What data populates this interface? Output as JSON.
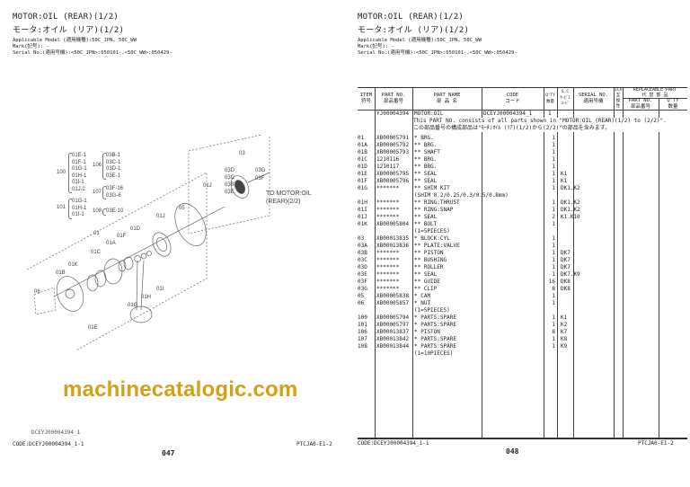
{
  "left_page": {
    "title_en": "MOTOR:OIL (REAR)(1/2)",
    "title_jp": "モータ:オイル (リア)(1/2)",
    "applicable_model": "Applicable Model (適用機種):50C_JPN, 50C_WW",
    "mark": "Mark(記号): -",
    "serial_no": "Serial No.(適用号機):<50C_JPN>:050101-,<50C_WW>:050429-",
    "diagram": {
      "callout_groups": [
        {
          "id": "100",
          "items": [
            "01E-1",
            "01F-1",
            "01G-1",
            "01H-1",
            "01I-1",
            "01J-2"
          ]
        },
        {
          "id": "106",
          "items": [
            "03B-1",
            "03C-1",
            "03D-1",
            "03E-1"
          ]
        },
        {
          "id": "107",
          "items": [
            "03F-16",
            "03G-6"
          ]
        },
        {
          "id": "101",
          "items": [
            "01G-1",
            "01H-1",
            "01I-1"
          ]
        },
        {
          "id": "108",
          "items": [
            "03E-10"
          ]
        }
      ],
      "part_labels": [
        "03",
        "03D",
        "03C",
        "03B",
        "03E",
        "03G",
        "03F",
        "01J",
        "05",
        "01J",
        "01D",
        "01F",
        "01A",
        "01C",
        "01",
        "01K",
        "01B",
        "06",
        "01I",
        "01H",
        "01G",
        "01E"
      ],
      "to_label_1": "TO MOTOR:OIL",
      "to_label_2": "(REAR)(2/2)"
    },
    "figure_code": "DCEYJ00004394_1",
    "footer_code": "CODE:DCEYJ00004394_1-1",
    "footer_ref": "PTCJA0-E1-2",
    "page_number": "047"
  },
  "right_page": {
    "title_en": "MOTOR:OIL (REAR)(1/2)",
    "title_jp": "モータ:オイル (リア)(1/2)",
    "applicable_model": "Applicable Model (適用機種):50C_JPN, 50C_WW",
    "mark": "Mark(記号): -",
    "serial_no": "Serial No.(適用号機):<50C_JPN>:050101-,<50C_WW>:050429-",
    "table_headers": {
      "item": [
        "ITEM",
        "符号"
      ],
      "part_no": [
        "PART NO.",
        "部品番号"
      ],
      "part_name": [
        "PART NAME",
        "部 品 名"
      ],
      "code": [
        "CODE",
        "コード"
      ],
      "qty": [
        "Q'TY",
        "数量"
      ],
      "sc": [
        "S.C",
        "ｻｰﾋﾞｽ",
        "ｺｰﾄﾞ"
      ],
      "serial_no": [
        "SERIAL NO.",
        "適用号機"
      ],
      "ica": [
        "ICA",
        "互",
        "換",
        "性"
      ],
      "replaceable": [
        "REPLACEABLE PART",
        "代 替 部 品"
      ],
      "rp_part_no": [
        "PART NO.",
        "部品番号"
      ],
      "rp_qty": [
        "Q'TY",
        "数量"
      ]
    },
    "assembly_row": {
      "part_no": "YJ00004394",
      "name": "MOTOR:OIL",
      "code": "DCEYJ00004394_1",
      "qty": "1"
    },
    "notes": [
      "This PART NO. consists of all parts shown in \"MOTOR:OIL (REAR)(1/2) to (2/2)\".",
      "この部品番号の構成部品は\"ﾓｰﾀ:ｵｲﾙ (ﾘｱ)(1/2)から(2/2)\"の部品を含みます。"
    ],
    "rows": [
      {
        "item": "01",
        "part_no": "XB00005791",
        "name": "* BRG.",
        "qty": "1",
        "sc": ""
      },
      {
        "item": "01A",
        "part_no": "XB00005792",
        "name": "** BRG.",
        "qty": "1",
        "sc": ""
      },
      {
        "item": "01B",
        "part_no": "XB00005793",
        "name": "** SHAFT",
        "qty": "1",
        "sc": ""
      },
      {
        "item": "01C",
        "part_no": "1210116",
        "name": "** BRG.",
        "qty": "1",
        "sc": ""
      },
      {
        "item": "01D",
        "part_no": "1210117",
        "name": "** BRG.",
        "qty": "1",
        "sc": ""
      },
      {
        "item": "01E",
        "part_no": "XB00005795",
        "name": "** SEAL",
        "qty": "1",
        "sc": "K1"
      },
      {
        "item": "01F",
        "part_no": "XB00005796",
        "name": "** SEAL",
        "qty": "1",
        "sc": "K1"
      },
      {
        "item": "01G",
        "part_no": "*******",
        "name": "** SHIM KIT",
        "qty": "1",
        "sc": "DK1.K2"
      },
      {
        "item": "",
        "part_no": "",
        "name": "(SHIM 0.2/0.25/0.3/0.5/0.8mm)",
        "qty": "",
        "sc": ""
      },
      {
        "item": "01H",
        "part_no": "*******",
        "name": "** RING:THRUST",
        "qty": "1",
        "sc": "DK1.K2"
      },
      {
        "item": "01I",
        "part_no": "*******",
        "name": "** RING:SNAP",
        "qty": "1",
        "sc": "DK1.K2"
      },
      {
        "item": "01J",
        "part_no": "*******",
        "name": "** SEAL",
        "qty": "2",
        "sc": "K1.K10"
      },
      {
        "item": "01K",
        "part_no": "XB00005804",
        "name": "** BOLT",
        "qty": "1",
        "sc": ""
      },
      {
        "item": "",
        "part_no": "",
        "name": "(1=5PIECES)",
        "qty": "",
        "sc": ""
      },
      {
        "item": "03",
        "part_no": "XB00013835",
        "name": "* BLOCK:CYL",
        "qty": "1",
        "sc": ""
      },
      {
        "item": "03A",
        "part_no": "XB00013836",
        "name": "** PLATE:VALVE",
        "qty": "1",
        "sc": ""
      },
      {
        "item": "03B",
        "part_no": "*******",
        "name": "** PISTON",
        "qty": "1",
        "sc": "DK7"
      },
      {
        "item": "03C",
        "part_no": "*******",
        "name": "** BUSHING",
        "qty": "1",
        "sc": "DK7"
      },
      {
        "item": "03D",
        "part_no": "*******",
        "name": "** ROLLER",
        "qty": "1",
        "sc": "DK7"
      },
      {
        "item": "03E",
        "part_no": "*******",
        "name": "** SEAL",
        "qty": "1",
        "sc": "DK7.K9"
      },
      {
        "item": "03F",
        "part_no": "*******",
        "name": "** GUIDE",
        "qty": "16",
        "sc": "DK8"
      },
      {
        "item": "03G",
        "part_no": "*******",
        "name": "** CLIP",
        "qty": "8",
        "sc": "DK8"
      },
      {
        "item": "05",
        "part_no": "XB00005838",
        "name": "* CAM",
        "qty": "1",
        "sc": ""
      },
      {
        "item": "06",
        "part_no": "XB00005857",
        "name": "* NUT",
        "qty": "1",
        "sc": ""
      },
      {
        "item": "",
        "part_no": "",
        "name": "(1=5PIECES)",
        "qty": "",
        "sc": ""
      },
      {
        "item": "100",
        "part_no": "XB00005794",
        "name": "* PARTS:SPARE",
        "qty": "1",
        "sc": "K1"
      },
      {
        "item": "101",
        "part_no": "XB00005797",
        "name": "* PARTS:SPARE",
        "qty": "1",
        "sc": "K2"
      },
      {
        "item": "106",
        "part_no": "XB00013837",
        "name": "* PISTON",
        "qty": "8",
        "sc": "K7"
      },
      {
        "item": "107",
        "part_no": "XB00013842",
        "name": "* PARTS:SPARE",
        "qty": "1",
        "sc": "K8"
      },
      {
        "item": "108",
        "part_no": "XB00013844",
        "name": "* PARTS:SPARE",
        "qty": "1",
        "sc": "K9"
      },
      {
        "item": "",
        "part_no": "",
        "name": "(1=10PIECES)",
        "qty": "",
        "sc": ""
      }
    ],
    "footer_code": "CODE:DCEYJ00004394_1-1",
    "footer_ref": "PTCJA0-E1-2",
    "page_number": "048"
  },
  "watermark": "machinecatalogic.com",
  "colors": {
    "watermark": "#d4a017",
    "ink": "#222222"
  }
}
